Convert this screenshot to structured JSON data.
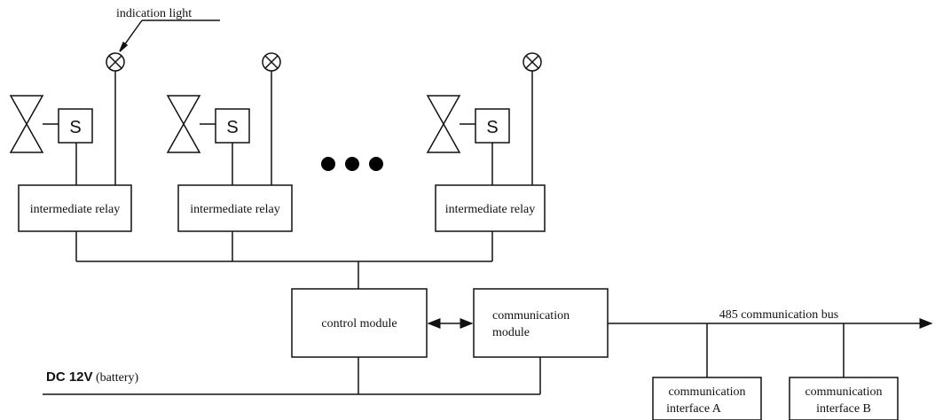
{
  "labels": {
    "indication_light": "indication light",
    "solenoid_letter": "S",
    "relay": "intermediate relay",
    "control_module": "control module",
    "communication_module_line1": "communication",
    "communication_module_line2": "module",
    "bus": "485 communication bus",
    "dc_voltage": "DC 12V",
    "dc_source": "(battery)",
    "interface_a_line1": "communication",
    "interface_a_line2": "interface A",
    "interface_b_line1": "communication",
    "interface_b_line2": "interface B"
  },
  "colors": {
    "line": "#111111",
    "fill": "#ffffff",
    "dots": "#000000"
  }
}
